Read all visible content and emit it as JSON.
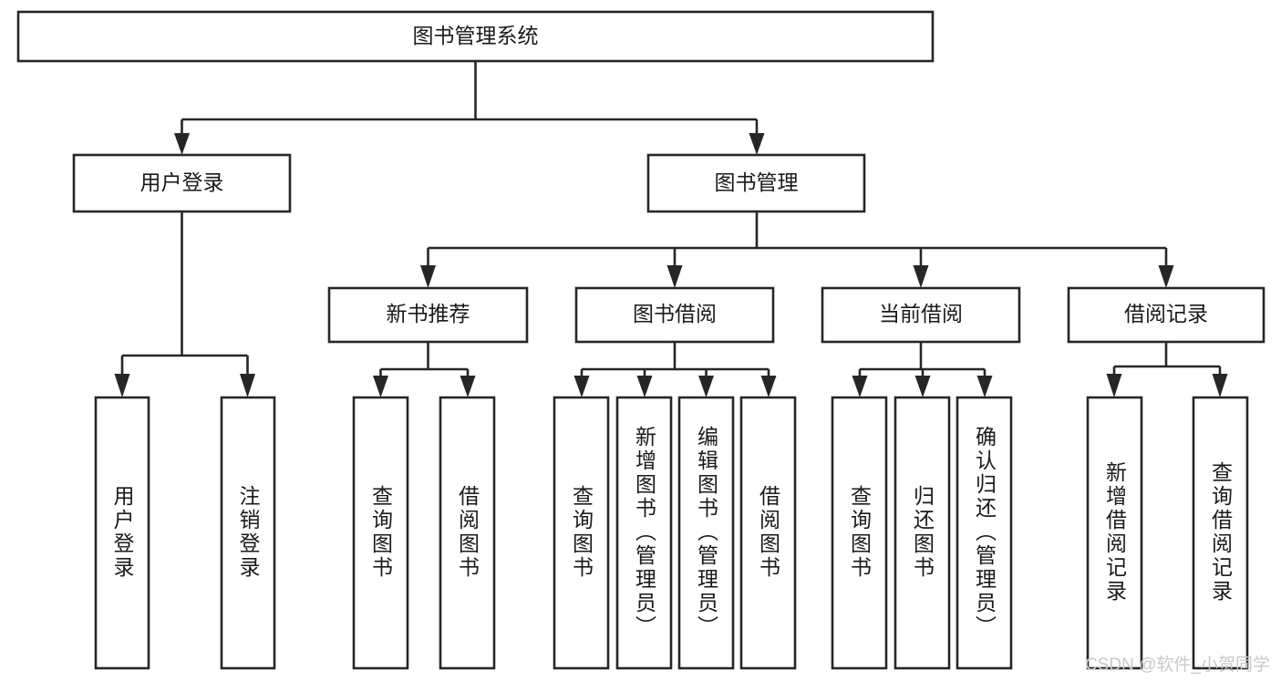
{
  "diagram": {
    "type": "tree-hierarchy",
    "title": "图书管理系统",
    "orientation": "top-down",
    "colors": {
      "box_fill": "#ffffff",
      "box_stroke": "#262626",
      "text": "#1a1a1a",
      "background": "#ffffff",
      "watermark": "#c9c9c9"
    },
    "levels": 4,
    "root": {
      "id": "root",
      "label": "图书管理系统",
      "orientation": "horizontal"
    },
    "level2": [
      {
        "id": "user-login",
        "label": "用户登录",
        "orientation": "horizontal"
      },
      {
        "id": "book-management",
        "label": "图书管理",
        "orientation": "horizontal"
      }
    ],
    "level3": [
      {
        "id": "new-book-recommend",
        "label": "新书推荐",
        "orientation": "horizontal",
        "parent": "book-management"
      },
      {
        "id": "book-borrow",
        "label": "图书借阅",
        "orientation": "horizontal",
        "parent": "book-management"
      },
      {
        "id": "current-borrow",
        "label": "当前借阅",
        "orientation": "horizontal",
        "parent": "book-management"
      },
      {
        "id": "borrow-records",
        "label": "借阅记录",
        "orientation": "horizontal",
        "parent": "book-management"
      }
    ],
    "leaves": {
      "user-login": [
        {
          "id": "leaf-user-login",
          "label": "用户登录",
          "orientation": "vertical"
        },
        {
          "id": "leaf-user-logout",
          "label": "注销登录",
          "orientation": "vertical"
        }
      ],
      "new-book-recommend": [
        {
          "id": "leaf-query-book-1",
          "label": "查询图书",
          "orientation": "vertical"
        },
        {
          "id": "leaf-borrow-book-1",
          "label": "借阅图书",
          "orientation": "vertical"
        }
      ],
      "book-borrow": [
        {
          "id": "leaf-query-book-2",
          "label": "查询图书",
          "orientation": "vertical"
        },
        {
          "id": "leaf-add-book",
          "label": "新增图书（管理员）",
          "orientation": "vertical"
        },
        {
          "id": "leaf-edit-book",
          "label": "编辑图书（管理员）",
          "orientation": "vertical"
        },
        {
          "id": "leaf-borrow-book-2",
          "label": "借阅图书",
          "orientation": "vertical"
        }
      ],
      "current-borrow": [
        {
          "id": "leaf-query-book-3",
          "label": "查询图书",
          "orientation": "vertical"
        },
        {
          "id": "leaf-return-book",
          "label": "归还图书",
          "orientation": "vertical"
        },
        {
          "id": "leaf-confirm-return",
          "label": "确认归还（管理员）",
          "orientation": "vertical"
        }
      ],
      "borrow-records": [
        {
          "id": "leaf-add-record",
          "label": "新增借阅记录",
          "orientation": "vertical"
        },
        {
          "id": "leaf-query-record",
          "label": "查询借阅记录",
          "orientation": "vertical"
        }
      ]
    }
  },
  "watermark": {
    "label": "CSDN @软件_小贺同学"
  }
}
